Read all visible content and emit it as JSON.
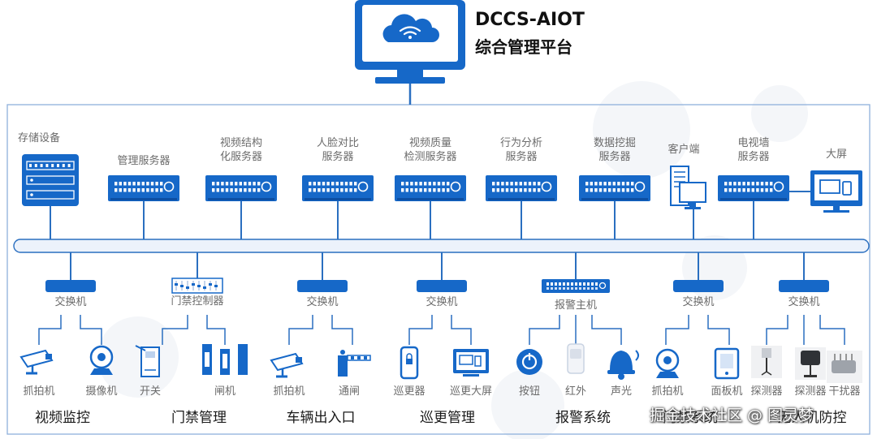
{
  "header": {
    "title_line1": "DCCS-AIOT",
    "title_line2": "综合管理平台",
    "icon": "cloud-wifi-monitor-icon"
  },
  "colors": {
    "primary": "#1668c8",
    "line": "#2a6fc0",
    "bus_fill": "#ecf2fb",
    "text_gray": "#6b6b6b"
  },
  "servers": [
    {
      "label": "存储设备",
      "icon": "storage-device-icon"
    },
    {
      "label": "管理服务器",
      "icon": "server-icon"
    },
    {
      "label": "视频结构\n化服务器",
      "icon": "server-icon"
    },
    {
      "label": "人脸对比\n服务器",
      "icon": "server-icon"
    },
    {
      "label": "视频质量\n检测服务器",
      "icon": "server-icon"
    },
    {
      "label": "行为分析\n服务器",
      "icon": "server-icon"
    },
    {
      "label": "数据挖掘\n服务器",
      "icon": "server-icon"
    },
    {
      "label": "客户端",
      "icon": "client-pc-icon"
    },
    {
      "label": "电视墙\n服务器",
      "icon": "server-icon"
    },
    {
      "label": "大屏",
      "icon": "big-screen-icon"
    }
  ],
  "hubs": [
    {
      "label": "交换机",
      "icon": "switch-icon"
    },
    {
      "label": "门禁控制器",
      "icon": "access-controller-icon"
    },
    {
      "label": "交换机",
      "icon": "switch-icon"
    },
    {
      "label": "交换机",
      "icon": "switch-icon"
    },
    {
      "label": "报警主机",
      "icon": "alarm-host-icon"
    },
    {
      "label": "交换机",
      "icon": "switch-icon"
    },
    {
      "label": "交换机",
      "icon": "switch-icon"
    }
  ],
  "devices": [
    {
      "label": "抓拍机",
      "icon": "bullet-camera-icon"
    },
    {
      "label": "摄像机",
      "icon": "webcam-icon"
    },
    {
      "label": "开关",
      "icon": "switch-panel-icon"
    },
    {
      "label": "闸机",
      "icon": "turnstile-gate-icon"
    },
    {
      "label": "抓拍机",
      "icon": "bullet-camera-icon"
    },
    {
      "label": "通闸",
      "icon": "barrier-gate-icon"
    },
    {
      "label": "巡更器",
      "icon": "patrol-device-icon"
    },
    {
      "label": "巡更大屏",
      "icon": "patrol-screen-icon"
    },
    {
      "label": "按钮",
      "icon": "alarm-button-icon"
    },
    {
      "label": "红外",
      "icon": "infrared-sensor-icon"
    },
    {
      "label": "声光",
      "icon": "siren-bell-icon"
    },
    {
      "label": "抓拍机",
      "icon": "webcam-icon"
    },
    {
      "label": "面板机",
      "icon": "panel-tablet-icon"
    },
    {
      "label": "探测器",
      "icon": "detector-photo-icon"
    },
    {
      "label": "探测器",
      "icon": "detector-photo-icon"
    },
    {
      "label": "干扰器",
      "icon": "jammer-photo-icon"
    }
  ],
  "sections": [
    {
      "label": "视频监控"
    },
    {
      "label": "门禁管理"
    },
    {
      "label": "车辆出入口"
    },
    {
      "label": "巡更管理"
    },
    {
      "label": "报警系统"
    },
    {
      "label": "门禁系统"
    },
    {
      "label": "无人机防控"
    }
  ],
  "watermark": "掘金技术社区 @ 图灵梦"
}
